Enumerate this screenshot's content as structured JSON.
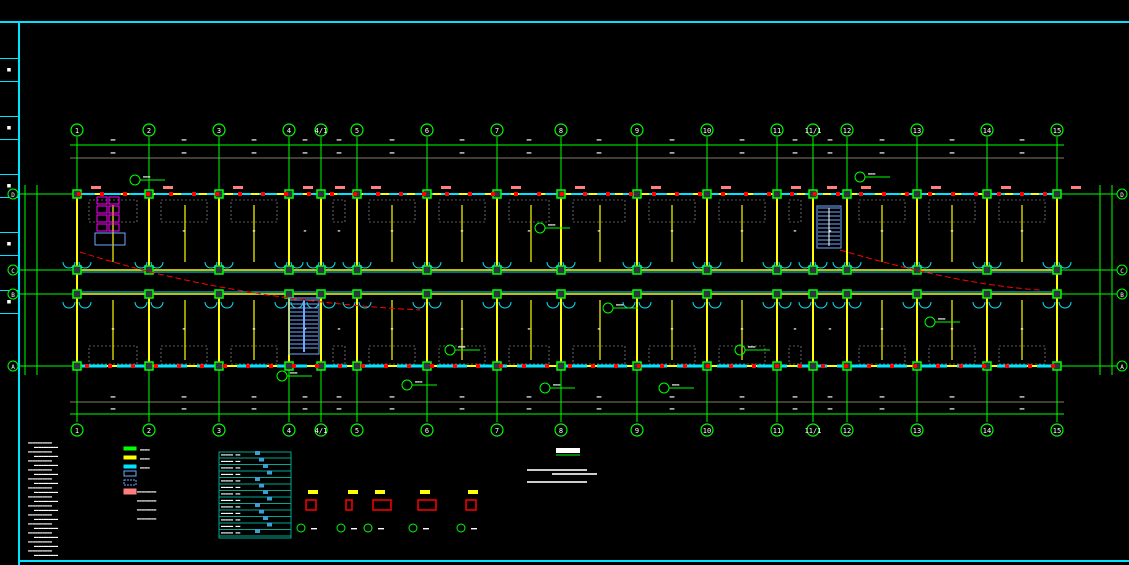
{
  "colors": {
    "frame": "#00e5ff",
    "axis": "#00ff00",
    "wall": "#ffff00",
    "window": "#00e5ff",
    "column": "#00ff00",
    "red": "#ff0000",
    "door": "#ff7f7f",
    "stair": "#6fa8ff",
    "toilet": "#ff00ff",
    "dim": "#808060",
    "text": "#ffffff"
  },
  "toolbar": [
    "▪",
    "▪",
    "▪",
    "▪",
    "▪"
  ],
  "axes": {
    "columns": [
      "1",
      "2",
      "3",
      "4",
      "4/1",
      "5",
      "6",
      "7",
      "8",
      "9",
      "10",
      "11",
      "11/1",
      "12",
      "13",
      "14",
      "15"
    ],
    "rows": [
      "D",
      "C",
      "B",
      "A"
    ]
  }
}
